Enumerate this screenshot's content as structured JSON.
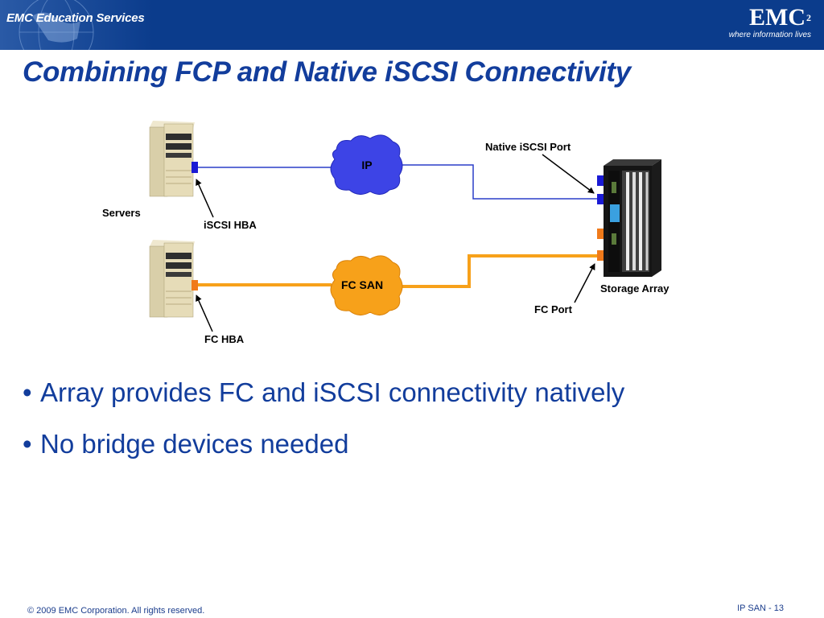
{
  "header": {
    "education_text": "EMC Education Services",
    "logo_word": "EMC",
    "logo_sup": "2",
    "logo_tagline": "where information lives"
  },
  "title": "Combining FCP and Native iSCSI Connectivity",
  "diagram": {
    "labels": {
      "servers": "Servers",
      "iscsi_hba": "iSCSI HBA",
      "fc_hba": "FC HBA",
      "ip": "IP",
      "fc_san": "FC SAN",
      "native_iscsi_port": "Native iSCSI Port",
      "storage_array": "Storage Array",
      "fc_port": "FC Port"
    }
  },
  "bullets": [
    "Array provides FC and iSCSI connectivity natively",
    "No bridge devices needed"
  ],
  "footer": {
    "copyright": "© 2009 EMC Corporation. All rights reserved.",
    "page": "IP SAN - 13"
  },
  "colors": {
    "header_bg": "#0b3c8c",
    "title": "#123d9c",
    "ip_link": "#2b3fc9",
    "ip_cloud": "#3d44e6",
    "fc_link": "#f7a11a",
    "fc_cloud": "#f7a11a",
    "iscsi_port": "#1a1ad4",
    "fc_port": "#f07a1a"
  },
  "icons": [
    "globe-icon",
    "server-icon",
    "storage-array-icon",
    "cloud-icon"
  ]
}
